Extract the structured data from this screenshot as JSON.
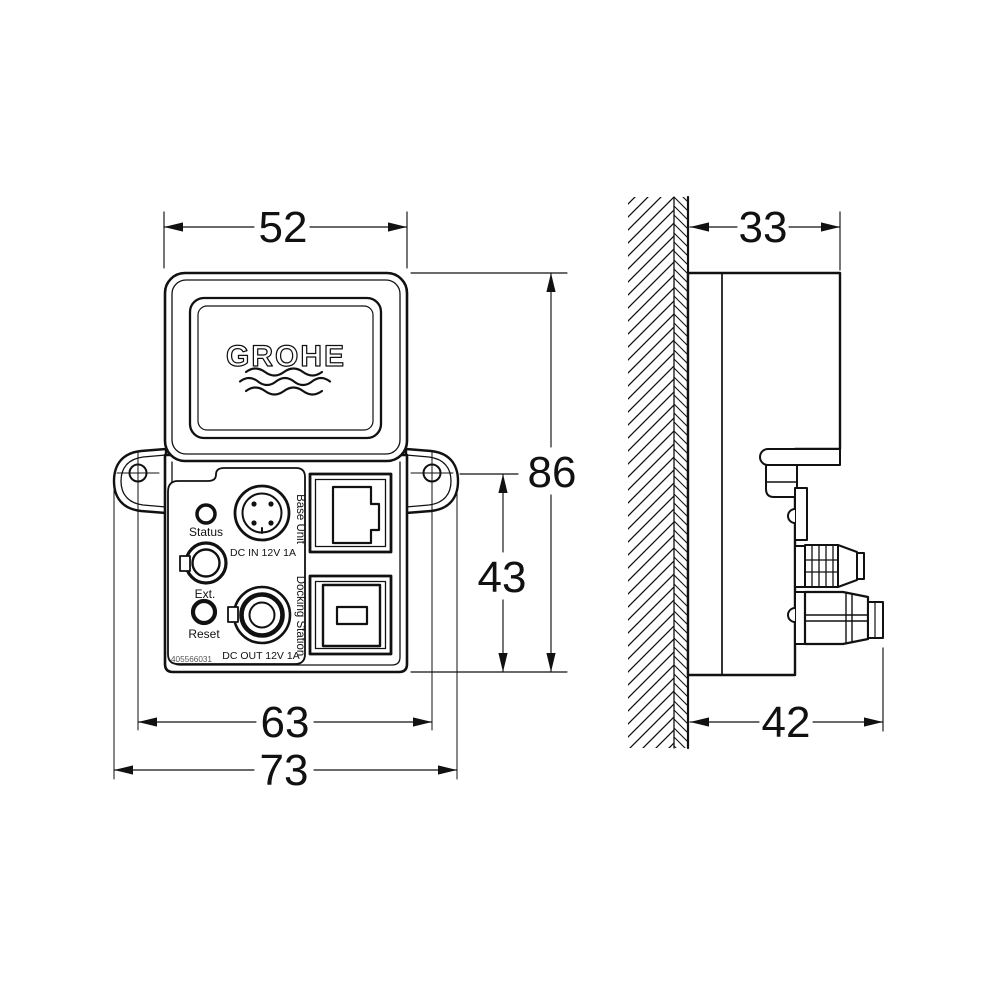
{
  "front_view": {
    "logo_text": "GROHE",
    "part_number": "405566031",
    "control_labels": {
      "status": "Status",
      "ext": "Ext.",
      "reset": "Reset",
      "dc_in": "DC IN 12V 1A",
      "dc_out": "DC OUT 12V 1A",
      "base_unit": "Base Unit",
      "docking_station": "Docking Station"
    },
    "dimensions": {
      "top_width": "52",
      "total_height": "86",
      "lower_height": "43",
      "hole_spacing": "63",
      "total_width": "73"
    }
  },
  "side_view": {
    "dimensions": {
      "body_depth": "33",
      "total_depth": "42"
    }
  },
  "colors": {
    "line": "#111111",
    "background": "#ffffff"
  }
}
